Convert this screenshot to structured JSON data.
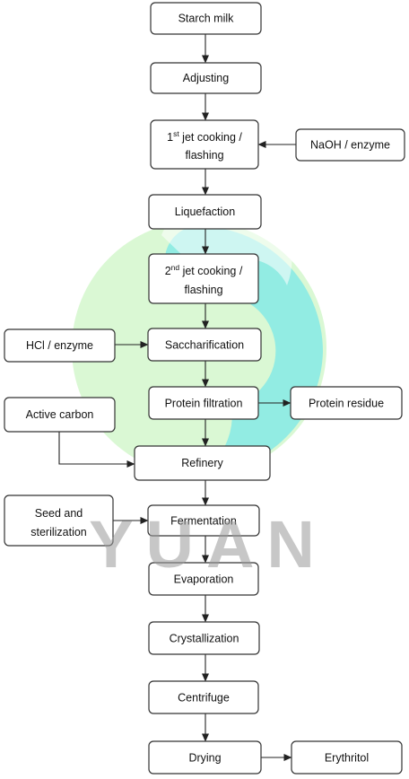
{
  "watermark": {
    "text": "YUAN"
  },
  "colors": {
    "swirl_green": "#c9f5c2",
    "swirl_cyan": "#7fe9e6",
    "box_stroke": "#333333",
    "arrow": "#222222"
  },
  "nodes": {
    "starch_milk": "Starch milk",
    "adjusting": "Adjusting",
    "jet1": {
      "ordinal": "1",
      "sup": "st",
      "line1_rest": " jet cooking /",
      "line2": "flashing"
    },
    "naoh_enzyme": "NaOH / enzyme",
    "liquefaction": "Liquefaction",
    "jet2": {
      "ordinal": "2",
      "sup": "nd",
      "line1_rest": " jet cooking /",
      "line2": "flashing"
    },
    "hcl_enzyme": "HCl / enzyme",
    "saccharification": "Saccharification",
    "protein_filtration": "Protein filtration",
    "protein_residue": "Protein residue",
    "active_carbon": "Active carbon",
    "refinery": "Refinery",
    "seed_sterilization": {
      "line1": "Seed and",
      "line2": "sterilization"
    },
    "fermentation": "Fermentation",
    "evaporation": "Evaporation",
    "crystallization": "Crystallization",
    "centrifuge": "Centrifuge",
    "drying": "Drying",
    "erythritol": "Erythritol"
  }
}
